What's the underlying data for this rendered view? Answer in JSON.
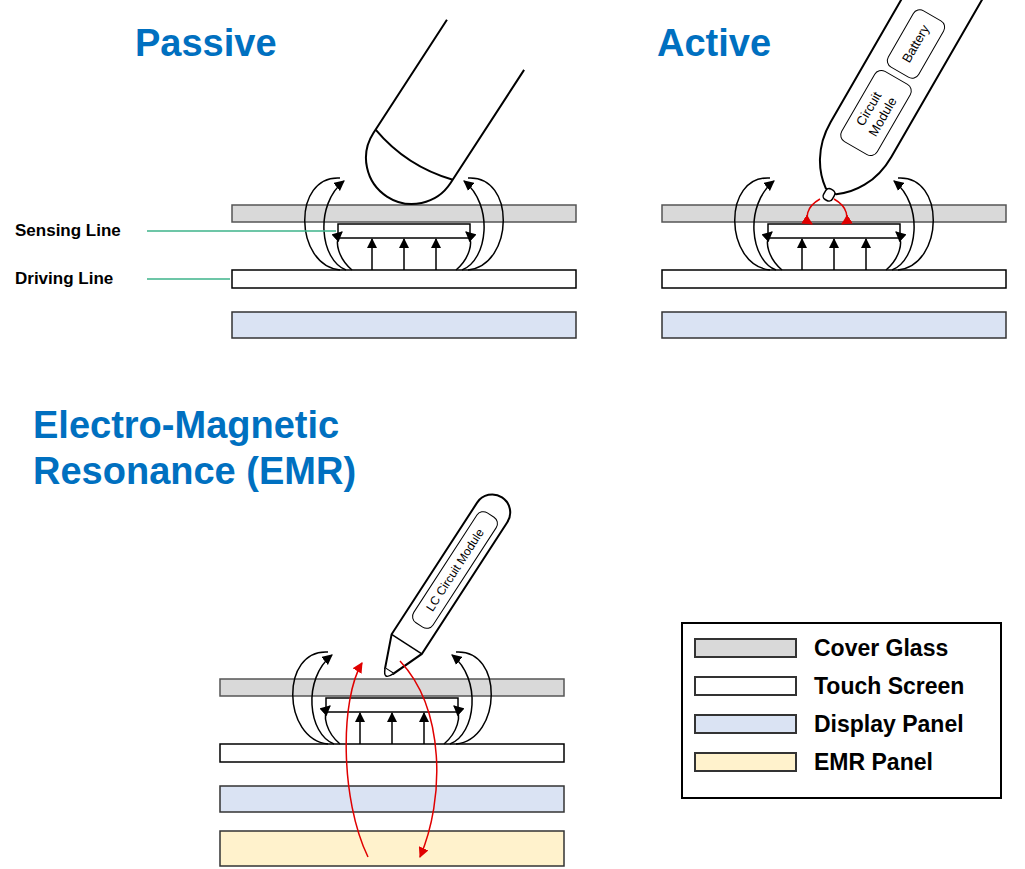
{
  "diagram": {
    "nodes": [
      {
        "text": [
          "Battery"
        ]
      },
      {
        "text": [
          "Circuit Module"
        ]
      },
      {
        "text": [
          "LC Circuit Module"
        ]
      }
    ],
    "labels": [
      "Passive",
      "Active",
      "Electro-Magnetic Resonance (EMR)",
      "Sensing Line",
      "Driving Line"
    ],
    "legend": [
      {
        "text": "Cover Glass",
        "color": "#d9d9d9"
      },
      {
        "text": "Touch Screen",
        "color": "#ffffff"
      },
      {
        "text": "Display Panel",
        "color": "#dae3f3"
      },
      {
        "text": "EMR Panel",
        "color": "#fff2cc"
      }
    ]
  }
}
